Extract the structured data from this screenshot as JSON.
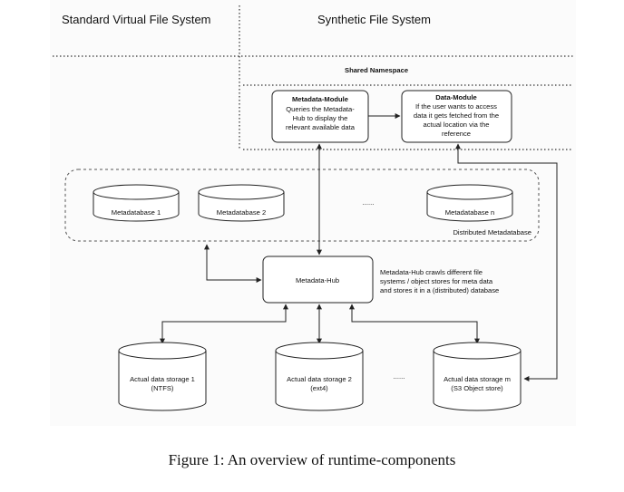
{
  "headings": {
    "left": "Standard Virtual File System",
    "right": "Synthetic File System"
  },
  "shared_namespace": "Shared Namespace",
  "metadata_module": {
    "title": "Metadata-Module",
    "lines": [
      "Queries the Metadata-",
      "Hub to display the",
      "relevant available data"
    ]
  },
  "data_module": {
    "title": "Data-Module",
    "lines": [
      "If the user wants to access",
      "data it gets fetched from the",
      "actual location via the",
      "reference"
    ]
  },
  "metadatabases": [
    "Metadatabase 1",
    "Metadatabase 2",
    "Metadatabase n"
  ],
  "metadatabase_ellipsis": "......",
  "distributed_label": "Distributed Metadatabase",
  "hub": {
    "label": "Metadata-Hub",
    "description": [
      "Metadata-Hub crawls different file",
      "systems / object stores for meta data",
      "and stores it in a (distributed) database"
    ]
  },
  "storages": [
    {
      "lines": [
        "Actual data storage 1",
        "(NTFS)"
      ]
    },
    {
      "lines": [
        "Actual data storage 2",
        "(ext4)"
      ]
    },
    {
      "lines": [
        "Actual data storage m",
        "(S3 Object store)"
      ]
    }
  ],
  "storage_ellipsis": "......",
  "caption": "Figure 1:  An overview of runtime-components"
}
